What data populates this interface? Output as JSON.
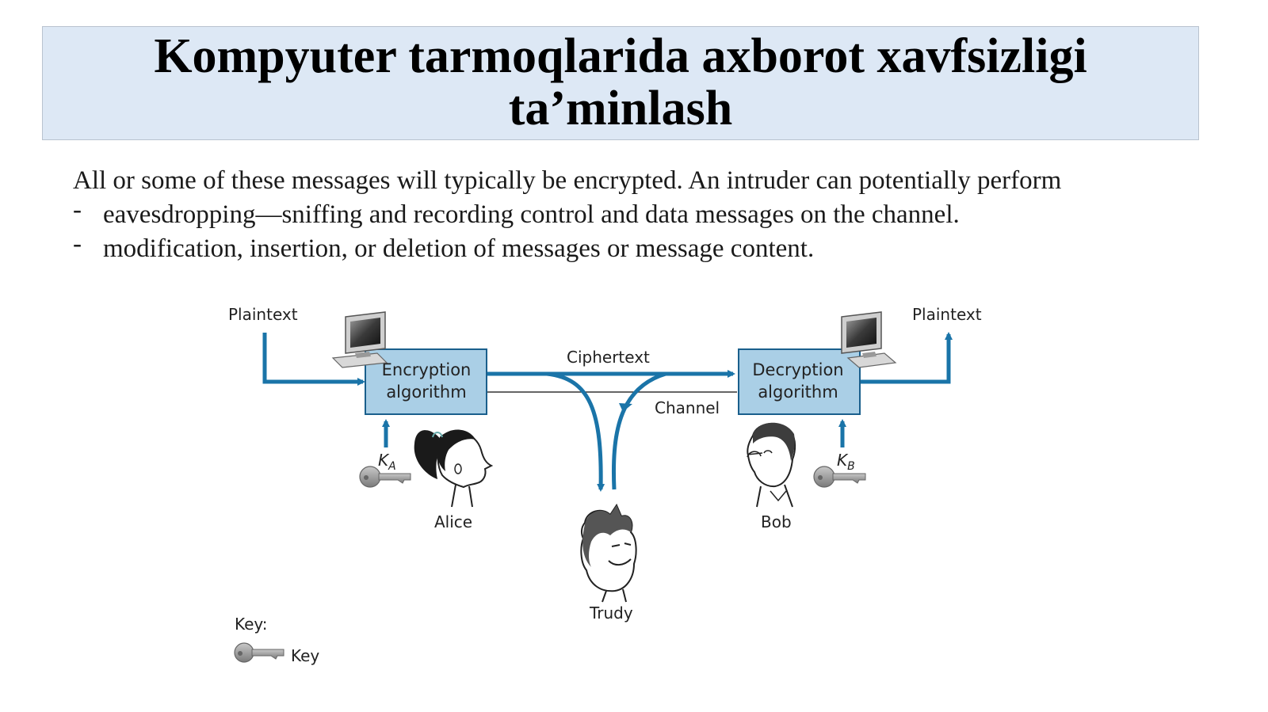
{
  "slide": {
    "title_line1": "Kompyuter tarmoqlarida axborot xavfsizligi",
    "title_line2": "ta’minlash",
    "intro": "All or some of these messages will typically be encrypted. An intruder can potentially perform",
    "bullets": [
      {
        "marker": "-",
        "text": "eavesdropping—sniffing and recording control and data messages on the channel."
      },
      {
        "marker": "-",
        "text": "modification, insertion, or deletion of messages or message content."
      }
    ]
  },
  "diagram": {
    "plaintext_left": "Plaintext",
    "plaintext_right": "Plaintext",
    "encryption_line1": "Encryption",
    "encryption_line2": "algorithm",
    "decryption_line1": "Decryption",
    "decryption_line2": "algorithm",
    "ciphertext": "Ciphertext",
    "channel": "Channel",
    "key_a": "K",
    "key_a_sub": "A",
    "key_b": "K",
    "key_b_sub": "B",
    "alice": "Alice",
    "bob": "Bob",
    "trudy": "Trudy",
    "legend_title": "Key:",
    "legend_key": "Key",
    "colors": {
      "flow": "#1a74a8",
      "box_fill": "#aacfe6",
      "box_stroke": "#1a5f8c"
    }
  }
}
